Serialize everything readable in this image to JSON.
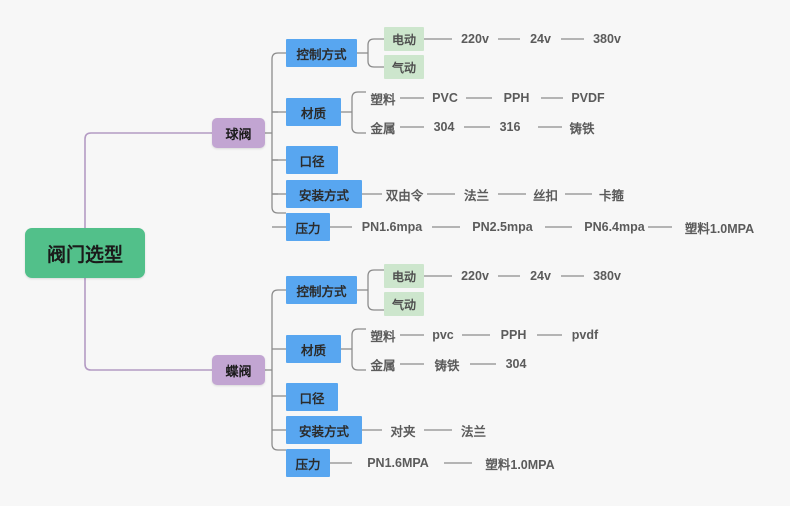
{
  "meta": {
    "title": "阀门选型",
    "type": "mindmap",
    "background": "#f7f7f7",
    "colors": {
      "root": "#52c08a",
      "level2": "#c2a5d2",
      "level3": "#58a6f0",
      "level4_green": "#cde6cd",
      "text_leaf": "#5b5b5b",
      "connector_root": "#b49bc4",
      "connector_gray": "#8c8c8c"
    }
  },
  "root": {
    "label": "阀门选型"
  },
  "branches": [
    {
      "label": "球阀",
      "children": [
        {
          "label": "控制方式",
          "children": [
            {
              "label": "电动",
              "style": "green",
              "leaves": [
                "220v",
                "24v",
                "380v"
              ]
            },
            {
              "label": "气动",
              "style": "green",
              "leaves": []
            }
          ]
        },
        {
          "label": "材质",
          "children": [
            {
              "label": "塑料",
              "style": "text",
              "leaves": [
                "PVC",
                "PPH",
                "PVDF"
              ]
            },
            {
              "label": "金属",
              "style": "text",
              "leaves": [
                "304",
                "316",
                "铸铁"
              ]
            }
          ]
        },
        {
          "label": "口径",
          "children": []
        },
        {
          "label": "安装方式",
          "children": [
            {
              "label": "双由令",
              "style": "text",
              "leaves": [
                "法兰",
                "丝扣",
                "卡箍"
              ]
            }
          ]
        },
        {
          "label": "压力",
          "children": [
            {
              "label": "PN1.6mpa",
              "style": "text",
              "leaves": [
                "PN2.5mpa",
                "PN6.4mpa",
                "塑料1.0MPA"
              ]
            }
          ]
        }
      ]
    },
    {
      "label": "蝶阀",
      "children": [
        {
          "label": "控制方式",
          "children": [
            {
              "label": "电动",
              "style": "green",
              "leaves": [
                "220v",
                "24v",
                "380v"
              ]
            },
            {
              "label": "气动",
              "style": "green",
              "leaves": []
            }
          ]
        },
        {
          "label": "材质",
          "children": [
            {
              "label": "塑料",
              "style": "text",
              "leaves": [
                "pvc",
                "PPH",
                "pvdf"
              ]
            },
            {
              "label": "金属",
              "style": "text",
              "leaves": [
                "铸铁",
                "304"
              ]
            }
          ]
        },
        {
          "label": "口径",
          "children": []
        },
        {
          "label": "安装方式",
          "children": [
            {
              "label": "对夹",
              "style": "text",
              "leaves": [
                "法兰"
              ]
            }
          ]
        },
        {
          "label": "压力",
          "children": [
            {
              "label": "PN1.6MPA",
              "style": "text",
              "leaves": [
                "塑料1.0MPA"
              ]
            }
          ]
        }
      ]
    }
  ],
  "nodes": {
    "root": {
      "label": "阀门选型"
    },
    "ball": {
      "label": "球阀"
    },
    "butterfly": {
      "label": "蝶阀"
    },
    "b_control": {
      "label": "控制方式"
    },
    "b_material": {
      "label": "材质"
    },
    "b_caliber": {
      "label": "口径"
    },
    "b_install": {
      "label": "安装方式"
    },
    "b_pressure": {
      "label": "压力"
    },
    "b_electric": {
      "label": "电动"
    },
    "b_pneumatic": {
      "label": "气动"
    },
    "b_220v": {
      "label": "220v"
    },
    "b_24v": {
      "label": "24v"
    },
    "b_380v": {
      "label": "380v"
    },
    "b_plastic": {
      "label": "塑料"
    },
    "b_pvc": {
      "label": "PVC"
    },
    "b_pph": {
      "label": "PPH"
    },
    "b_pvdf": {
      "label": "PVDF"
    },
    "b_metal": {
      "label": "金属"
    },
    "b_304": {
      "label": "304"
    },
    "b_316": {
      "label": "316"
    },
    "b_castiron": {
      "label": "铸铁"
    },
    "b_union": {
      "label": "双由令"
    },
    "b_flange": {
      "label": "法兰"
    },
    "b_thread": {
      "label": "丝扣"
    },
    "b_clamp": {
      "label": "卡箍"
    },
    "b_pn16": {
      "label": "PN1.6mpa"
    },
    "b_pn25": {
      "label": "PN2.5mpa"
    },
    "b_pn64": {
      "label": "PN6.4mpa"
    },
    "b_plastic10": {
      "label": "塑料1.0MPA"
    },
    "d_control": {
      "label": "控制方式"
    },
    "d_material": {
      "label": "材质"
    },
    "d_caliber": {
      "label": "口径"
    },
    "d_install": {
      "label": "安装方式"
    },
    "d_pressure": {
      "label": "压力"
    },
    "d_electric": {
      "label": "电动"
    },
    "d_pneumatic": {
      "label": "气动"
    },
    "d_220v": {
      "label": "220v"
    },
    "d_24v": {
      "label": "24v"
    },
    "d_380v": {
      "label": "380v"
    },
    "d_plastic": {
      "label": "塑料"
    },
    "d_pvc": {
      "label": "pvc"
    },
    "d_pph": {
      "label": "PPH"
    },
    "d_pvdf": {
      "label": "pvdf"
    },
    "d_metal": {
      "label": "金属"
    },
    "d_castiron": {
      "label": "铸铁"
    },
    "d_304": {
      "label": "304"
    },
    "d_wafer": {
      "label": "对夹"
    },
    "d_flange": {
      "label": "法兰"
    },
    "d_pn16": {
      "label": "PN1.6MPA"
    },
    "d_plastic10": {
      "label": "塑料1.0MPA"
    }
  }
}
